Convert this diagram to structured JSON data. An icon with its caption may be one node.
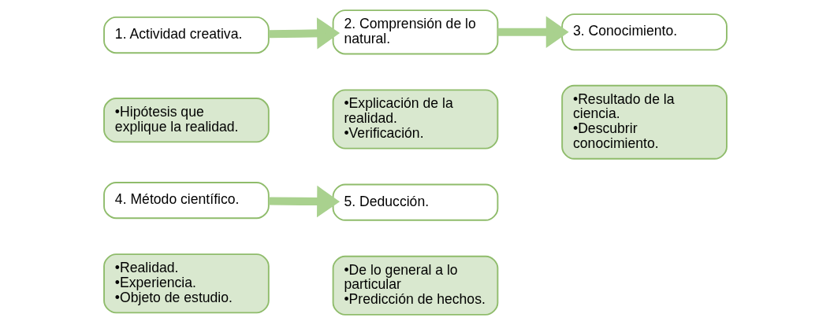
{
  "diagram": {
    "nodes": [
      {
        "text": [
          "1. Actividad creativa."
        ]
      },
      {
        "text": [
          "•Hipótesis que explique la realidad."
        ]
      },
      {
        "text": [
          "2. Comprensión de lo natural."
        ]
      },
      {
        "text": [
          "•Explicación de la realidad.",
          "•Verificación."
        ]
      },
      {
        "text": [
          "3. Conocimiento."
        ]
      },
      {
        "text": [
          "•Resultado de la ciencia.",
          "•Descubrir conocimiento."
        ]
      },
      {
        "text": [
          "4. Método científico."
        ]
      },
      {
        "text": [
          "•Realidad.",
          "•Experiencia.",
          "•Objeto de estudio."
        ]
      },
      {
        "text": [
          "5. Deducción."
        ]
      },
      {
        "text": [
          "•De lo general a lo particular",
          "•Predicción de hechos."
        ]
      }
    ],
    "edges": [
      {
        "from": 0,
        "to": 2,
        "arrow": "to"
      },
      {
        "from": 2,
        "to": 4,
        "arrow": "to"
      },
      {
        "from": 6,
        "to": 8,
        "arrow": "to"
      }
    ]
  }
}
